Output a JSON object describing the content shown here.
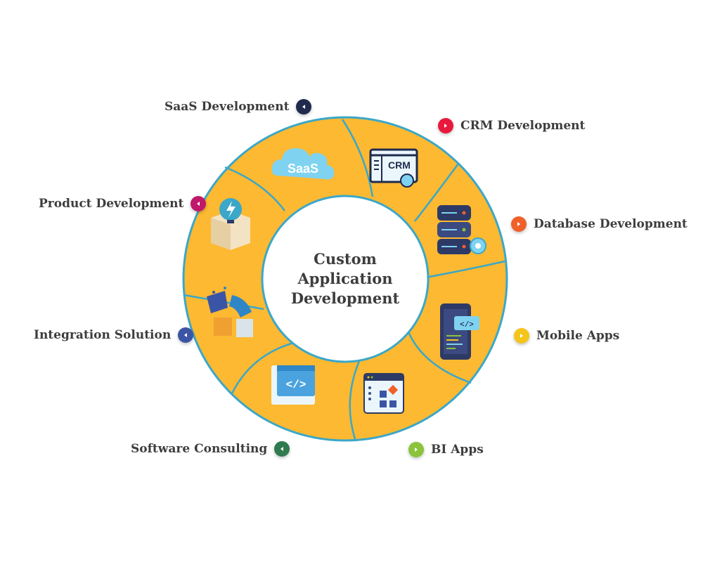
{
  "center": {
    "line1": "Custom",
    "line2": "Application",
    "line3": "Development"
  },
  "icons": {
    "saas_text": "SaaS",
    "crm_text": "CRM",
    "code_text": "</>"
  },
  "colors": {
    "ring_fill": "#FCB931",
    "ring_stroke": "#3BA7C9",
    "text": "#3D3D3D"
  },
  "labels": [
    {
      "key": "saas",
      "text": "SaaS Development",
      "bullet_color": "#1F2A4E",
      "arrow": "left"
    },
    {
      "key": "crm",
      "text": "CRM Development",
      "bullet_color": "#E8193C",
      "arrow": "right"
    },
    {
      "key": "product",
      "text": "Product Development",
      "bullet_color": "#C0186A",
      "arrow": "left"
    },
    {
      "key": "database",
      "text": "Database Development",
      "bullet_color": "#F0602A",
      "arrow": "right"
    },
    {
      "key": "integration",
      "text": "Integration Solution",
      "bullet_color": "#3B55A6",
      "arrow": "left"
    },
    {
      "key": "mobile",
      "text": "Mobile Apps",
      "bullet_color": "#F5C51A",
      "arrow": "right"
    },
    {
      "key": "consulting",
      "text": "Software Consulting",
      "bullet_color": "#2F7A4E",
      "arrow": "left"
    },
    {
      "key": "bi",
      "text": "BI Apps",
      "bullet_color": "#8BC33A",
      "arrow": "right"
    }
  ]
}
